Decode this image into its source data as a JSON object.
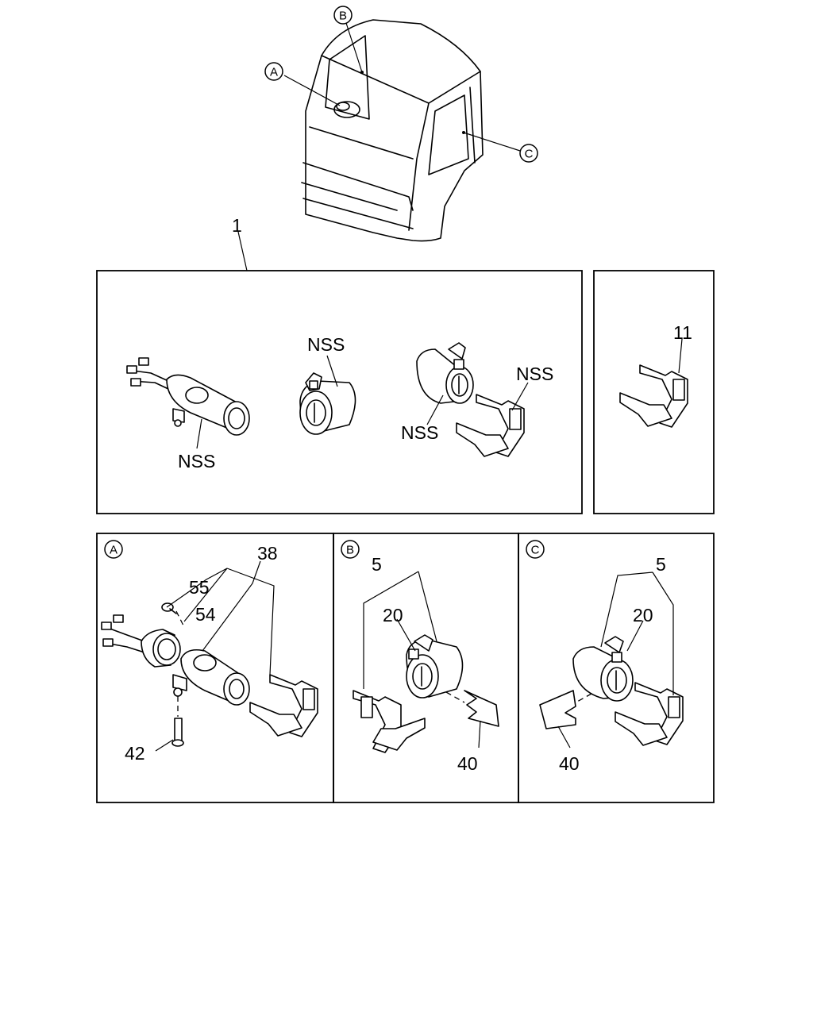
{
  "callouts": {
    "a": "A",
    "b": "B",
    "c": "C"
  },
  "labels": {
    "assembly": "1",
    "nss_ignition": "NSS",
    "nss_door": "NSS",
    "nss_cylinder": "NSS",
    "nss_key": "NSS",
    "key_blank": "11",
    "a_switch": "38",
    "a_cover": "55",
    "a_ring": "54",
    "a_screw": "42",
    "b_set": "5",
    "b_cylinder": "20",
    "b_retainer": "40",
    "c_set": "5",
    "c_cylinder": "20",
    "c_retainer": "40"
  },
  "panels": {
    "a_title": "A",
    "b_title": "B",
    "c_title": "C"
  }
}
